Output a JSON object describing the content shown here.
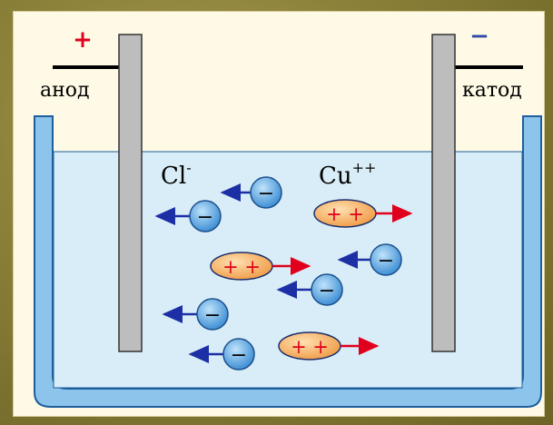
{
  "electrodes": {
    "anode": {
      "label": "анод",
      "sign": "+",
      "sign_color": "#e0001b"
    },
    "cathode": {
      "label": "катод",
      "sign": "−",
      "sign_color": "#2d4aa8"
    }
  },
  "ions": {
    "chloride": {
      "label": "Cl",
      "charge": "-",
      "glyph": "−"
    },
    "copper": {
      "label": "Cu",
      "charge": "++",
      "glyph": "+ +"
    }
  },
  "colors": {
    "water": "#d9edf8",
    "vessel": "#8cc4ec",
    "vessel_stroke": "#1f5e9c",
    "electrode": "#bdbdbd",
    "anion_fill": "#5aaae6",
    "cation_fill": "#f7b36a",
    "anion_arrow": "#1c2fa5",
    "cation_arrow": "#e0001b"
  }
}
